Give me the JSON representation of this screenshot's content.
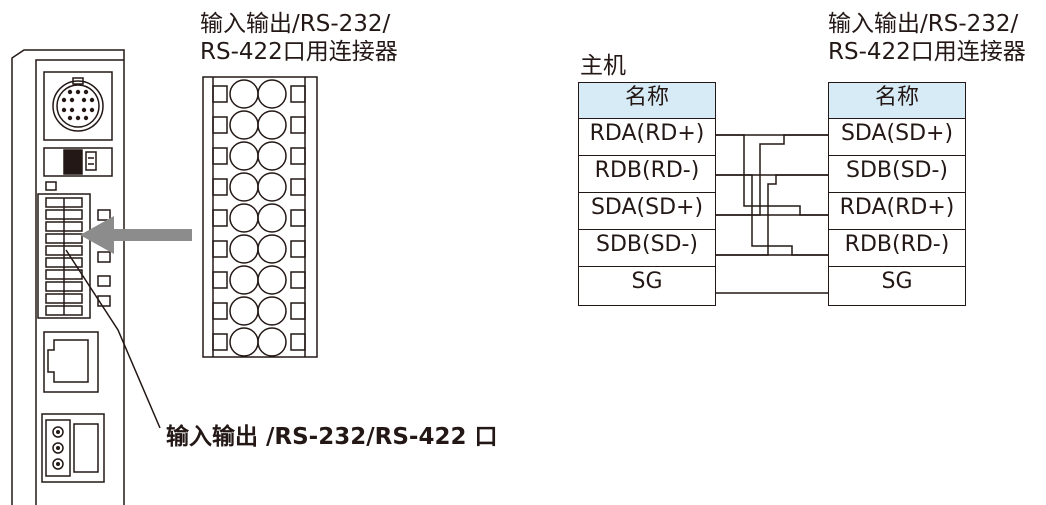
{
  "device_diagram": {
    "connector_label_line1": "输入输出/RS-232/",
    "connector_label_line2": "RS-422口用连接器",
    "port_label": "输入输出 /RS-232/RS-422 口"
  },
  "wiring": {
    "host_title": "主机",
    "connector_title_line1": "输入输出/RS-232/",
    "connector_title_line2": "RS-422口用连接器",
    "header": "名称",
    "rows": [
      {
        "host": "RDA(RD+)",
        "connector": "SDA(SD+)"
      },
      {
        "host": "RDB(RD-)",
        "connector": "SDB(SD-)"
      },
      {
        "host": "SDA(SD+)",
        "connector": "RDA(RD+)"
      },
      {
        "host": "SDB(SD-)",
        "connector": "RDB(RD-)"
      },
      {
        "host": "SG",
        "connector": "SG"
      }
    ]
  },
  "colors": {
    "header_fill": "#d7ebf6",
    "line": "#231815",
    "arrow": "#8c8c8c"
  }
}
